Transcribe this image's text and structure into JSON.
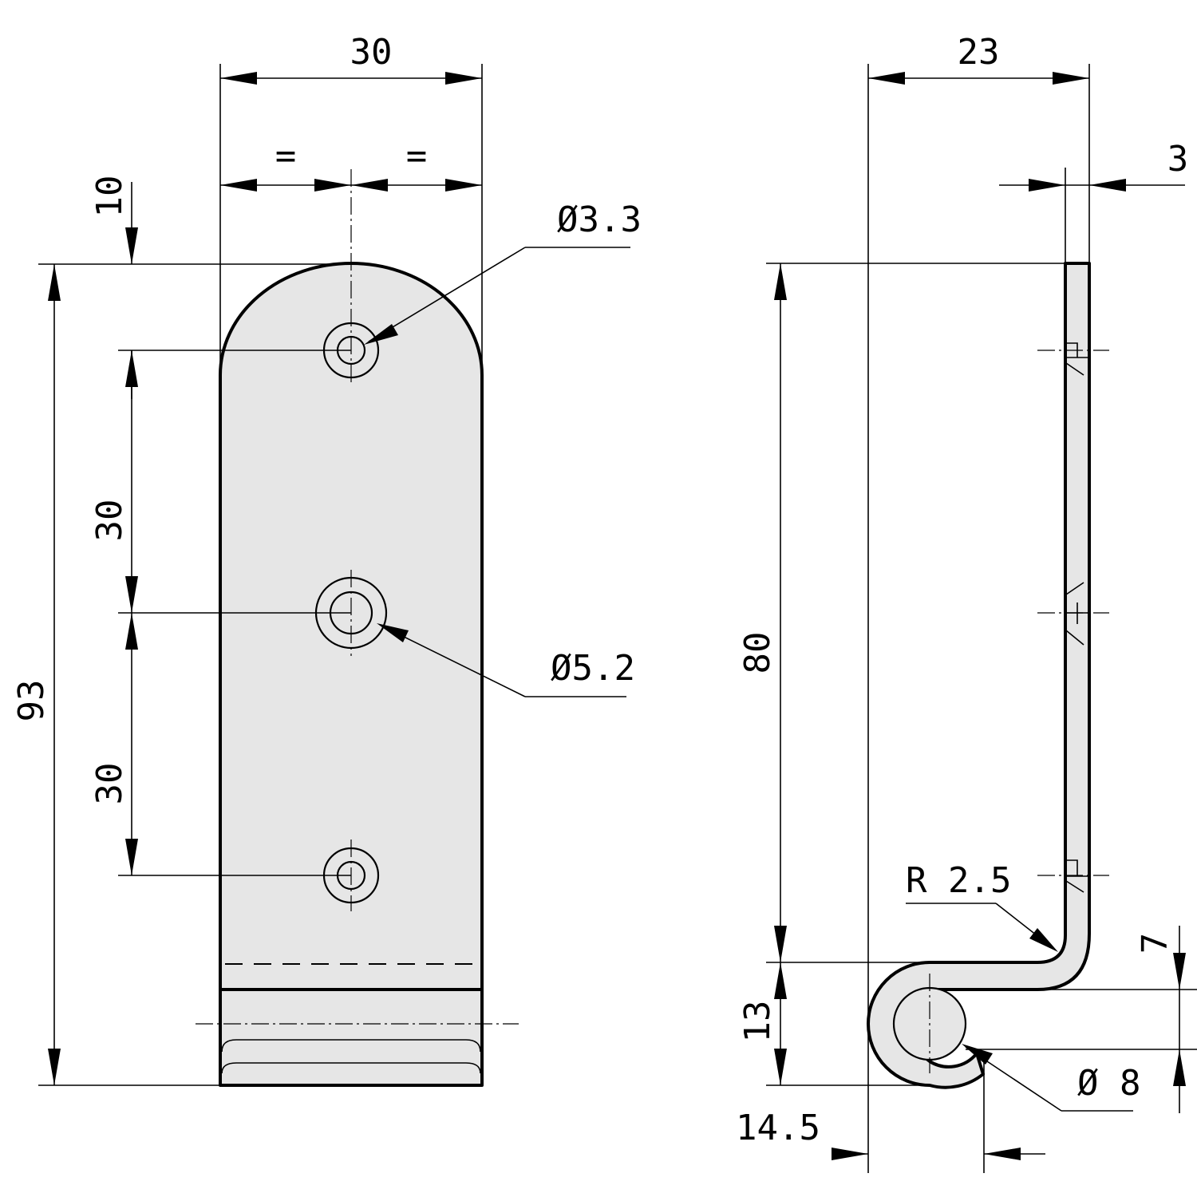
{
  "front_view": {
    "width_total": "30",
    "equal_left": "=",
    "equal_right": "=",
    "top_offset": "10",
    "hole_spacing_upper": "30",
    "hole_spacing_lower": "30",
    "overall_length": "93",
    "small_hole_diameter": "Ø3.3",
    "large_hole_diameter": "Ø5.2"
  },
  "side_view": {
    "overall_depth": "23",
    "thickness": "3",
    "straight_length": "80",
    "hook_height": "13",
    "bend_radius": "R 2.5",
    "gap": "7",
    "pin_diameter": "Ø 8",
    "hook_offset": "14.5"
  }
}
